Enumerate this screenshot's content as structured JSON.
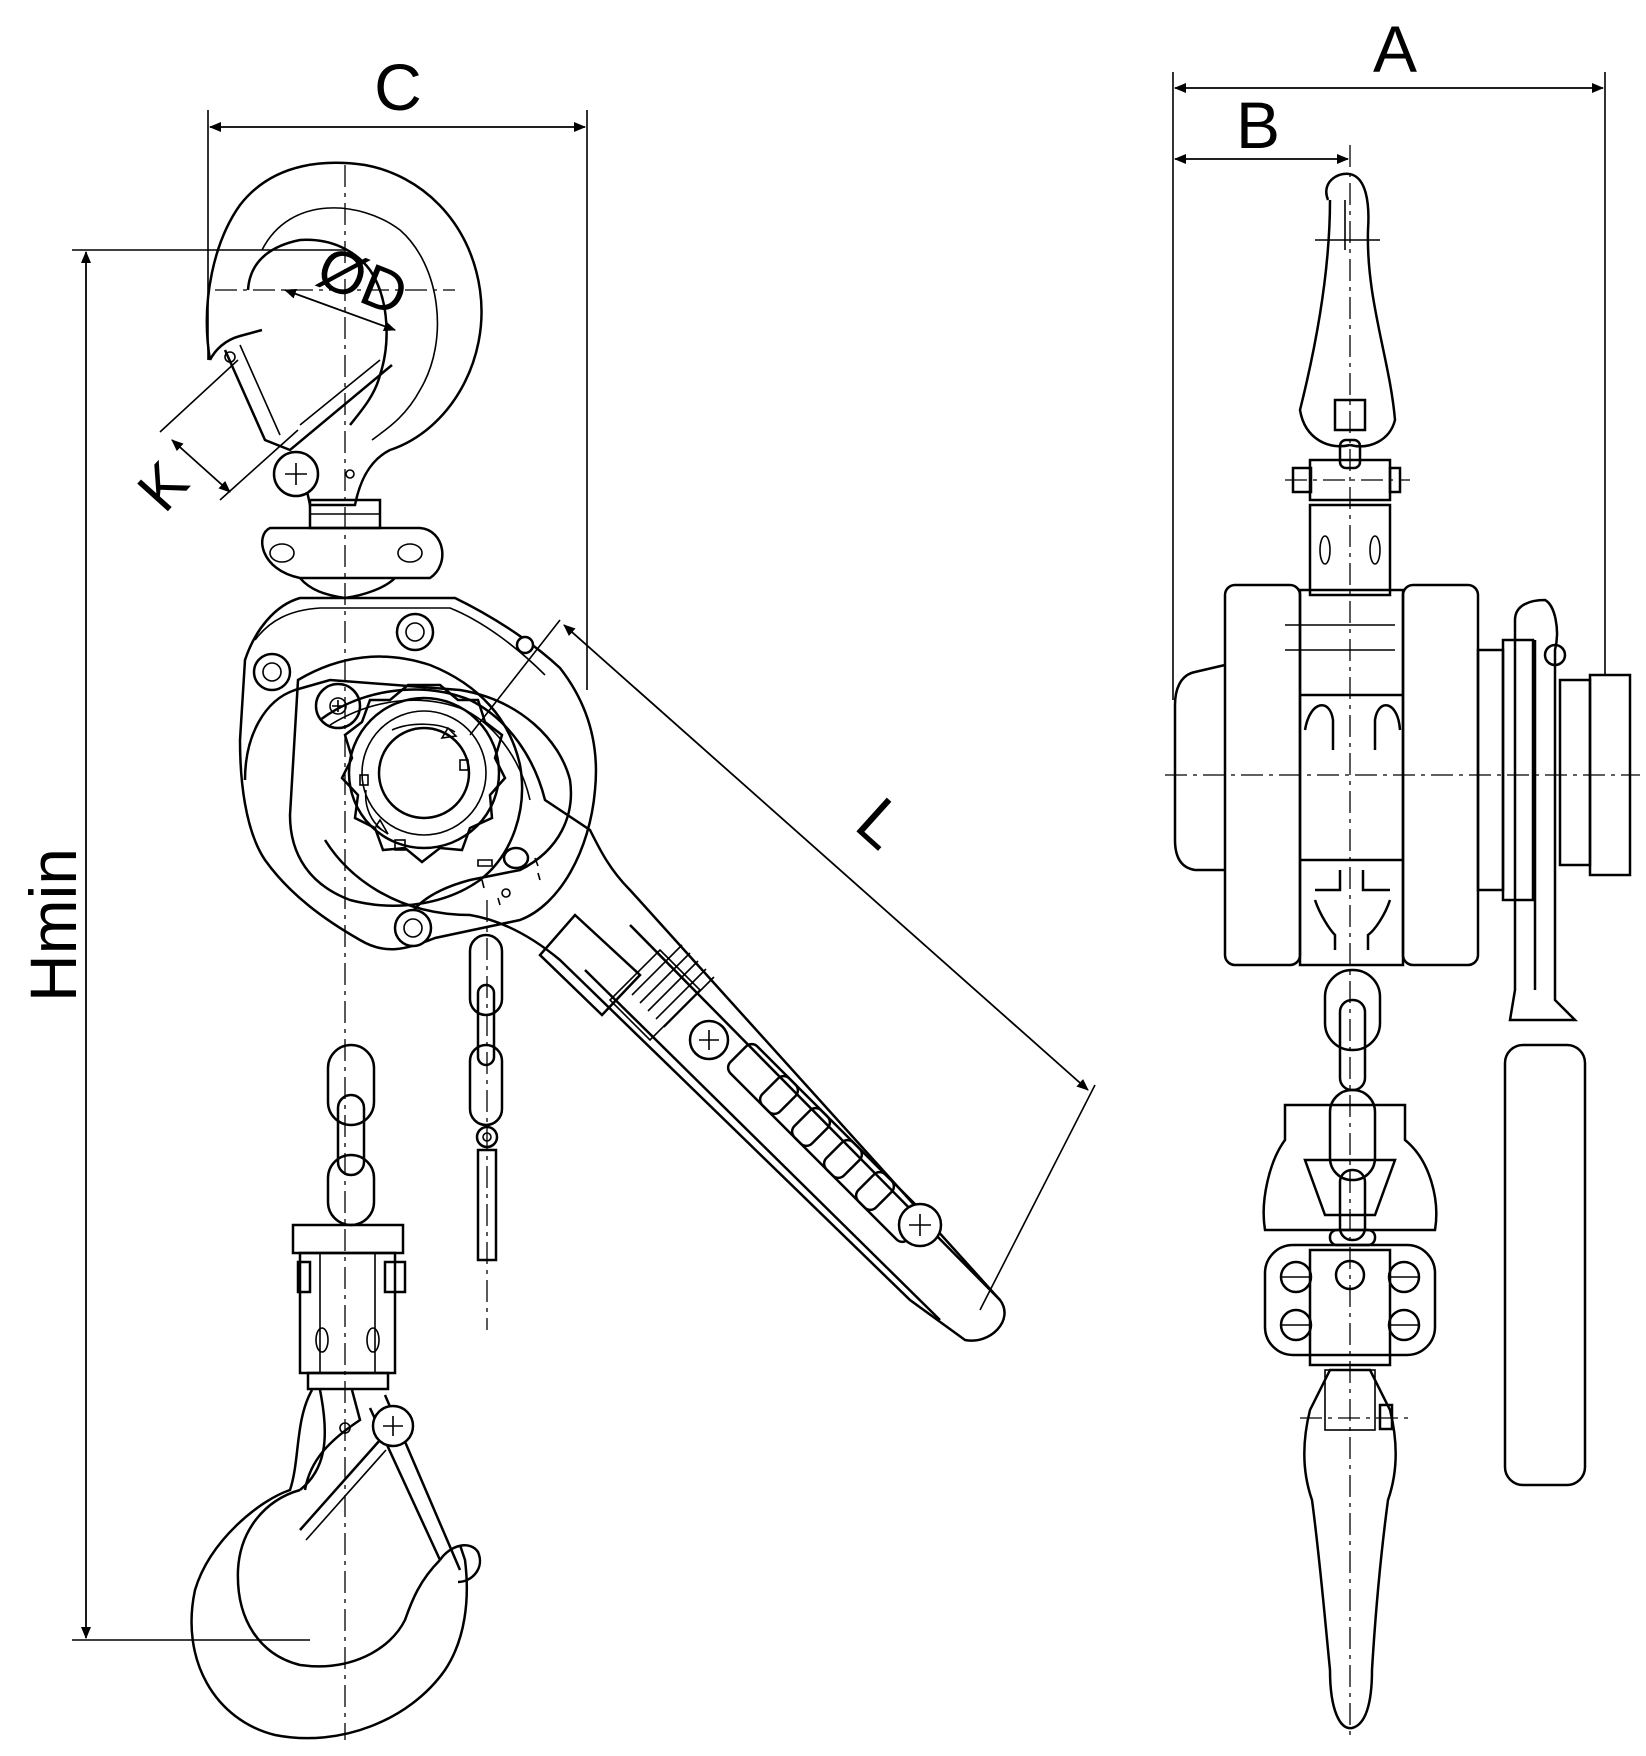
{
  "dimensions": {
    "A": "A",
    "B": "B",
    "C": "C",
    "OD": "ØD",
    "K": "K",
    "L": "L",
    "Hmin": "Hmin"
  },
  "colors": {
    "line": "#000000",
    "background": "#ffffff"
  }
}
